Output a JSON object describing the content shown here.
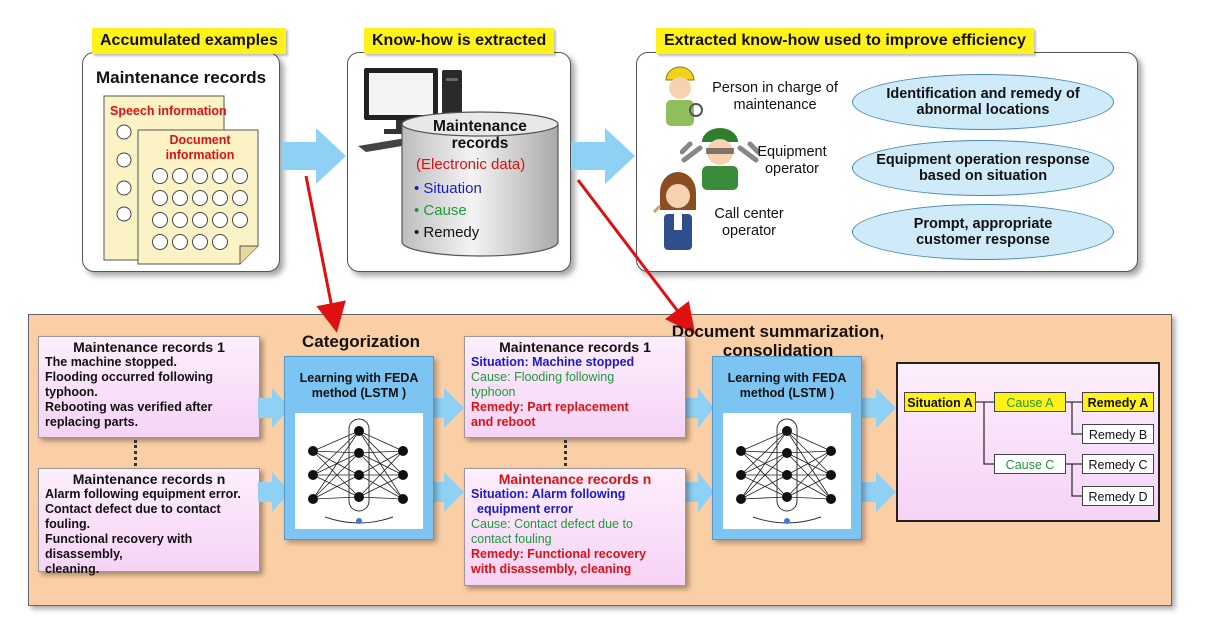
{
  "top": {
    "accumulated": {
      "label": "Accumulated examples",
      "title": "Maintenance records",
      "speech": "Speech information",
      "document_line1": "Document",
      "document_line2": "information"
    },
    "extracted": {
      "label": "Know-how is extracted",
      "db_title_line1": "Maintenance",
      "db_title_line2": "records",
      "db_subtitle": "(Electronic data)",
      "situation": "• Situation",
      "cause": "• Cause",
      "remedy": "• Remedy"
    },
    "efficiency": {
      "label": "Extracted know-how used to improve efficiency",
      "roles": [
        {
          "line1": "Person in charge of",
          "line2": "maintenance"
        },
        {
          "line1": "Equipment",
          "line2": "operator"
        },
        {
          "line1": "Call center",
          "line2": "operator"
        }
      ],
      "benefits": [
        {
          "line1": "Identification and remedy of",
          "line2": "abnormal locations"
        },
        {
          "line1": "Equipment operation response",
          "line2": "based on situation"
        },
        {
          "line1": "Prompt, appropriate",
          "line2": "customer response"
        }
      ]
    }
  },
  "bottom": {
    "categorization": "Categorization",
    "summarization_line1": "Document summarization,",
    "summarization_line2": "consolidation",
    "learning_line1": "Learning with FEDA",
    "learning_line2": "method (LSTM )",
    "raw_records": [
      {
        "title": "Maintenance records 1",
        "lines": [
          "The machine stopped.",
          "Flooding occurred following",
          "typhoon.",
          "Rebooting was verified after",
          "replacing parts."
        ]
      },
      {
        "title": "Maintenance records n",
        "lines": [
          "Alarm following equipment error.",
          "Contact defect due to contact",
          "fouling.",
          "Functional recovery with disassembly,",
          "cleaning."
        ]
      }
    ],
    "categorized_records": [
      {
        "title": "Maintenance records 1",
        "situation": [
          "Situation: Machine stopped"
        ],
        "cause": [
          "Cause: Flooding following",
          "typhoon"
        ],
        "remedy": [
          "Remedy: Part replacement",
          "and reboot"
        ]
      },
      {
        "title": "Maintenance records n",
        "situation": [
          "Situation: Alarm following",
          "equipment error"
        ],
        "cause": [
          "Cause: Contact defect due to",
          "contact fouling"
        ],
        "remedy": [
          "Remedy: Functional recovery",
          "with disassembly, cleaning"
        ]
      }
    ],
    "tree": {
      "situation": "Situation A",
      "cause_a": "Cause A",
      "cause_c": "Cause C",
      "remedy_a": "Remedy A",
      "remedy_b": "Remedy B",
      "remedy_c": "Remedy C",
      "remedy_d": "Remedy D"
    }
  },
  "colors": {
    "yellow_label": "#fff21a",
    "orange_panel": "#fbcfa6",
    "blue_arrow": "#8fd0f5",
    "red_arrow": "#e01010",
    "situation_blue": "#1a1acc",
    "cause_green": "#1e9a3a",
    "remedy_red": "#dd1111"
  }
}
